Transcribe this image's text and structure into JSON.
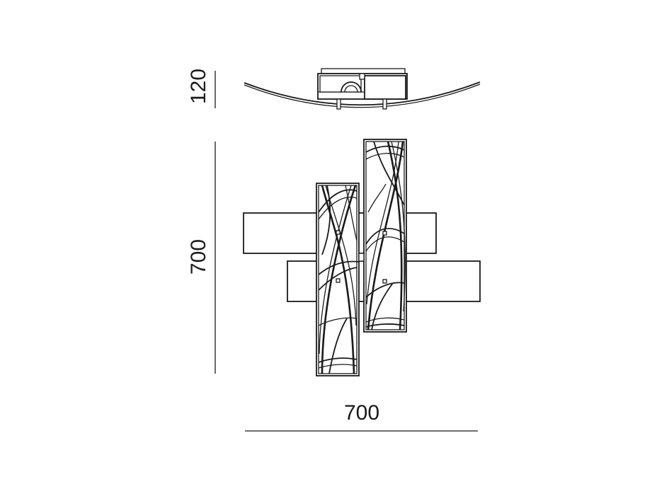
{
  "dimensions": {
    "height_side": "120",
    "height_front": "700",
    "width_front": "700"
  },
  "colors": {
    "line": "#1a1a1a",
    "background": "#ffffff"
  }
}
